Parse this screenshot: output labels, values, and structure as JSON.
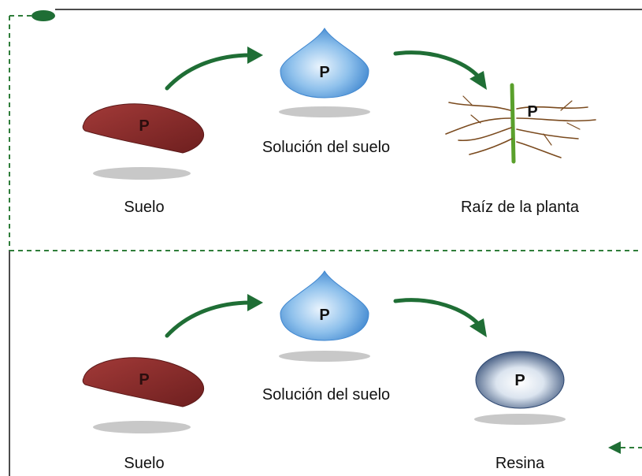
{
  "panel_top": {
    "soil": {
      "symbol": "P",
      "label": "Suelo"
    },
    "solution": {
      "symbol": "P",
      "label": "Solución del suelo"
    },
    "root": {
      "symbol": "P",
      "label": "Raíz de la planta"
    }
  },
  "panel_bottom": {
    "soil": {
      "symbol": "P",
      "label": "Suelo"
    },
    "solution": {
      "symbol": "P",
      "label": "Solución del suelo"
    },
    "resin": {
      "symbol": "P",
      "label": "Resina"
    }
  },
  "colors": {
    "arrow": "#1f6e35",
    "dashed_border": "#2f7d3a",
    "soil": "#8a2a2a",
    "drop": "#5aa0dc",
    "resin": "#33507a",
    "shadow": "#c8c8c8",
    "root": "#7a4a1e",
    "stem": "#5aa02c"
  }
}
